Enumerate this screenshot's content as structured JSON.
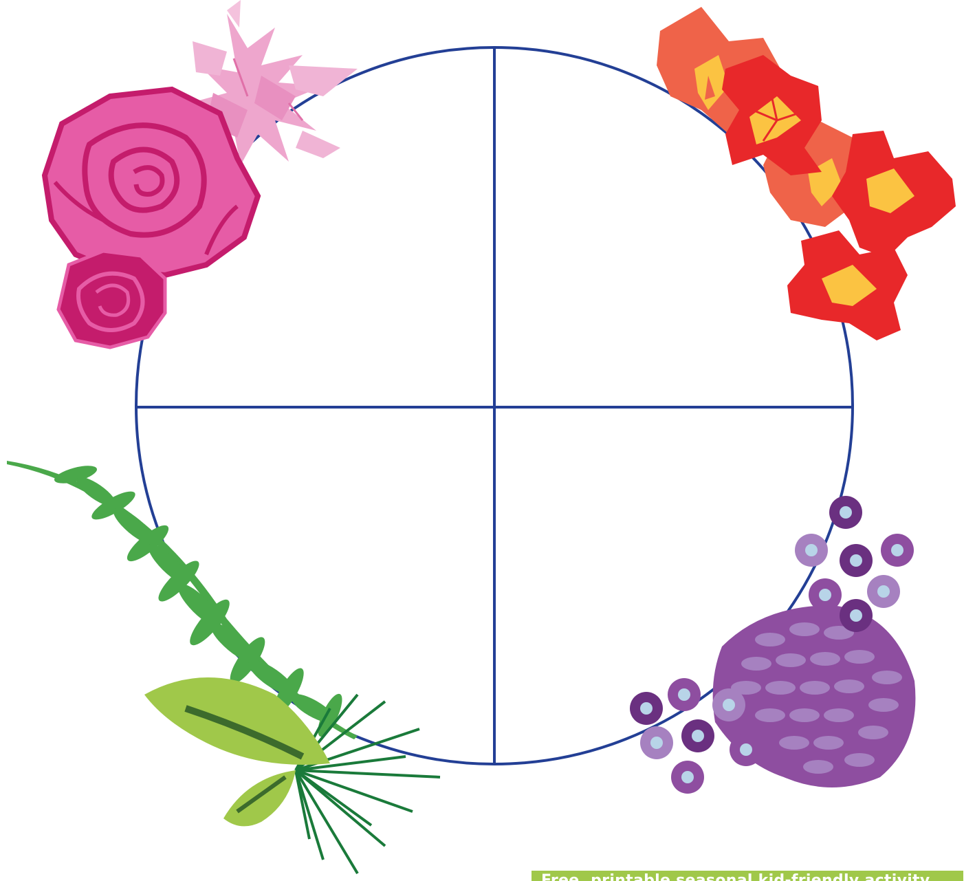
{
  "footer": {
    "text": "Free, printable seasonal kid-friendly activity"
  },
  "colors": {
    "circle_stroke": "#233f95",
    "rose_main": "#e65ca6",
    "rose_outline": "#c41c6c",
    "lily_pink": "#eea6cd",
    "orange_flower": "#ef6349",
    "red_flower": "#e8282a",
    "flower_center": "#fbc342",
    "fern_green": "#4aa84a",
    "leaf_light": "#a0c84a",
    "pine_dark": "#1a7a3a",
    "lilac_purple": "#8e4ea0",
    "violet_dark": "#6a3080",
    "violet_light": "#a681c0",
    "footer_bg": "#a0c84a"
  },
  "decorations": {
    "top_left": "rose-cluster",
    "top_right": "red-orange-flowers",
    "bottom_left": "fern-and-leaves",
    "bottom_right": "lilac-and-violets"
  }
}
